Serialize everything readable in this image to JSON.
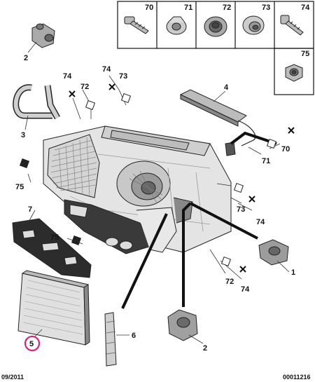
{
  "reference_table": {
    "cells": [
      {
        "id": "70",
        "icon": "bolt-icon"
      },
      {
        "id": "71",
        "icon": "clip-icon"
      },
      {
        "id": "72",
        "icon": "grommet-icon"
      },
      {
        "id": "73",
        "icon": "grommet-icon"
      },
      {
        "id": "74",
        "icon": "screw-icon"
      },
      {
        "id": "75",
        "icon": "nut-icon"
      }
    ]
  },
  "callouts": {
    "part_1": "1",
    "part_2_top": "2",
    "part_2_bottom": "2",
    "part_3": "3",
    "part_4": "4",
    "part_5": "5",
    "part_6": "6",
    "part_7": "7",
    "c70": "70",
    "c71": "71",
    "c72a": "72",
    "c72b": "72",
    "c73a": "73",
    "c73b": "73",
    "c74a": "74",
    "c74b": "74",
    "c74c": "74",
    "c74d": "74",
    "c75a": "75",
    "c75b": "75"
  },
  "highlight_color": "#d6257a",
  "footer": {
    "date": "09/2011",
    "code": "00011216"
  }
}
